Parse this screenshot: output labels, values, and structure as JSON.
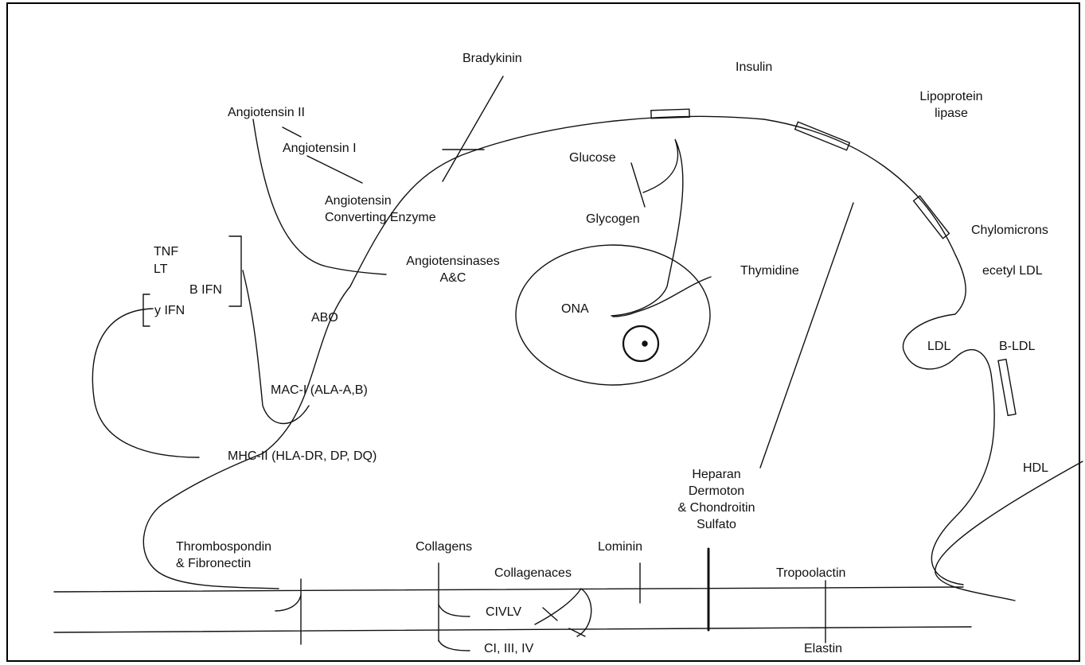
{
  "labels": {
    "bradykinin": "Bradykinin",
    "insulin": "Insulin",
    "lipoprotein_lipase": [
      "Lipoprotein",
      "lipase"
    ],
    "angiotensin_ii": "Angiotensin II",
    "angiotensin_i": "Angiotensin I",
    "ace": [
      "Angiotensin",
      "Converting Enzyme"
    ],
    "glucose": "Glucose",
    "glycogen": "Glycogen",
    "chylomicrons": "Chylomicrons",
    "acetyl_ldl": "ecetyl LDL",
    "tnf": "TNF",
    "lt": "LT",
    "b_ifn": "B IFN",
    "y_ifn": "y IFN",
    "angiotensinases": [
      "Angiotensinases",
      "A&C"
    ],
    "thymidine": "Thymidine",
    "ona": "ONA",
    "abo": "ABO",
    "ldl": "LDL",
    "b_ldl": "B-LDL",
    "mac_i": "MAC-I (ALA-A,B)",
    "mhc_ii": "MHC-II (HLA-DR, DP, DQ)",
    "hdl": "HDL",
    "heparan": [
      "Heparan",
      "Dermoton",
      "& Chondroitin",
      "Sulfato"
    ],
    "thrombospondin": [
      "Thrombospondin",
      "& Fibronectin"
    ],
    "collagens": "Collagens",
    "lominin": "Lominin",
    "collagenaces": "Collagenaces",
    "tropoolactin": "Tropoolactin",
    "civlv": "CIVLV",
    "ci_iii_iv": "CI, III, IV",
    "elastin": "Elastin"
  }
}
